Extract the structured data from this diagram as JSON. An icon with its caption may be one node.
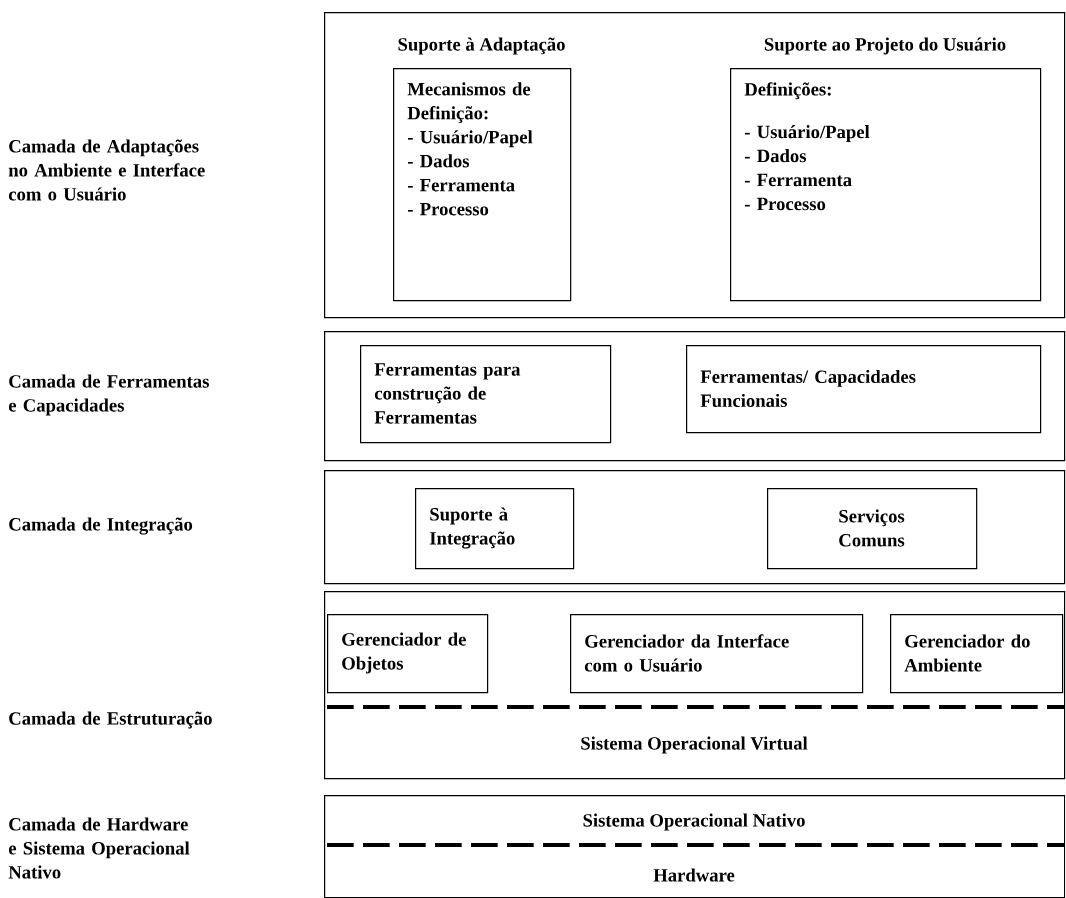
{
  "diagram": {
    "nodes": [
      {
        "text": [],
        "shape": "box"
      },
      {
        "text": [
          "Suporte à Adaptação",
          "Mecanismos de Definição:",
          "- Usuário/Papel",
          "- Dados",
          "- Ferramenta",
          "- Processo"
        ],
        "in": 0
      },
      {
        "text": [
          "Suporte ao Projeto do Usuário",
          "Definições:",
          "- Usuário/Papel",
          "- Dados",
          "- Ferramenta",
          "- Processo"
        ],
        "in": 0
      },
      {
        "text": [],
        "shape": "box"
      },
      {
        "text": [
          "Ferramentas para construção de Ferramentas"
        ],
        "in": 3
      },
      {
        "text": [
          "Ferramentas/ Capacidades Funcionais"
        ],
        "in": 3
      },
      {
        "text": [],
        "shape": "box"
      },
      {
        "text": [
          "Suporte à Integração"
        ],
        "in": 6
      },
      {
        "text": [
          "Serviços Comuns"
        ],
        "in": 6
      },
      {
        "text": [
          "Sistema Operacional Virtual"
        ]
      },
      {
        "text": [
          "Gerenciador de Objetos"
        ],
        "in": 9
      },
      {
        "text": [
          "Gerenciador da Interface com o Usuário"
        ],
        "in": 9
      },
      {
        "text": [
          "Gerenciador do Ambiente"
        ],
        "in": 9
      },
      {
        "text": [
          "Sistema Operacional Nativo",
          "Hardware"
        ]
      }
    ],
    "labels": [
      "Camada de Adaptações no Ambiente e Interface com o Usuário",
      "Camada de Ferramentas e Capacidades",
      "Camada de Integração",
      "Camada de Estruturação",
      "Camada de Hardware e Sistema Operacional Nativo"
    ]
  }
}
